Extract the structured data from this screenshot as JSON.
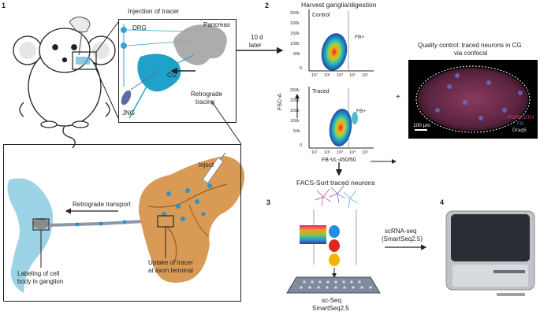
{
  "steps": {
    "s1": "1",
    "s2": "2",
    "s3": "3",
    "s4": "4"
  },
  "panel1": {
    "title": "Injection of tracer",
    "drg": "DRG",
    "pancreas": "Pancreas",
    "cg": "CG",
    "jng": "JNG",
    "retro_line1": "Retrograde",
    "retro_line2": "tracing",
    "delay_line1": "10 d",
    "delay_line2": "later"
  },
  "detail": {
    "inject": "Inject",
    "transport": "Retrograde transport",
    "uptake_line1": "Uptake of tracer",
    "uptake_line2": "at axon terminal",
    "label_line1": "Labeling of cell",
    "label_line2": "body in ganglion"
  },
  "panel2": {
    "title": "Harvest ganglia/digestion",
    "control": "Control",
    "traced": "Traced",
    "gate": "FB+",
    "ylabel": "FSC-A",
    "xlabel": "FB-VL-450/50",
    "yticks": [
      "250k",
      "200k",
      "150k",
      "100k",
      "50k",
      "0"
    ],
    "xticks": [
      "10¹",
      "10²",
      "10³",
      "10⁴",
      "10⁵"
    ],
    "plus": "+",
    "qc_line1": "Quality control: traced neurons in CG",
    "qc_line2": "via confocal",
    "legend": [
      "PGP9.5/TH",
      "FB",
      "Draq5"
    ],
    "scalebar": "100 μm"
  },
  "panel3": {
    "title": "FACS-Sort traced neurons",
    "plate_line1": "sc-Seq",
    "plate_line2": "SmartSeq2.5",
    "seq_line1": "scRNA-seq",
    "seq_line2": "(SmartSeq2.5)"
  },
  "colors": {
    "ganglion": "#5ab4d6",
    "pancreas": "#cf8a45",
    "dot": "#2c93c7",
    "flow_hot": "#d62828",
    "flow_cool": "#1d4e9c"
  }
}
